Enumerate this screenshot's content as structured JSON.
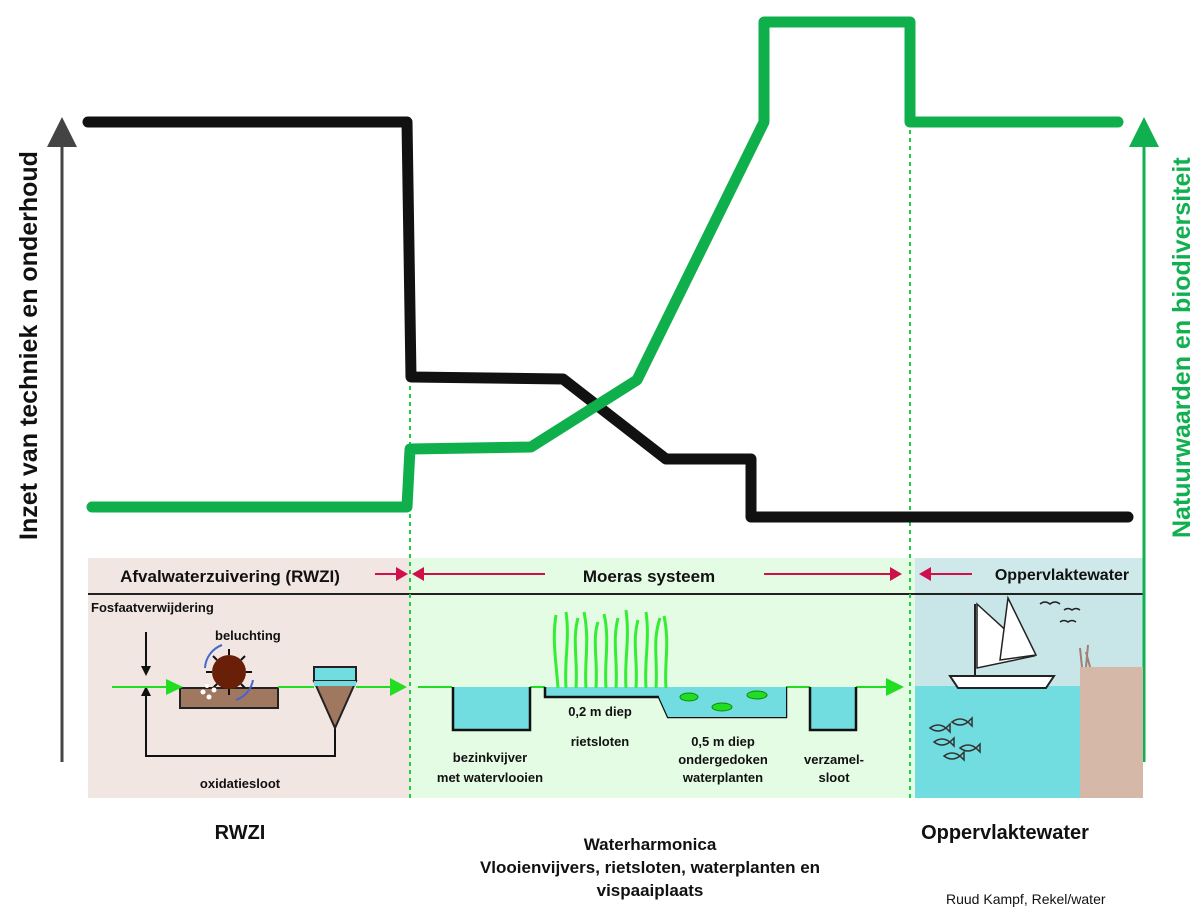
{
  "axes": {
    "left_label": "Inzet van techniek  en onderhoud",
    "right_label": "Natuurwaarden en biodiversiteit",
    "left_color": "#111111",
    "right_color": "#10b050"
  },
  "header": {
    "rwzi": "Afvalwaterzuivering (RWZI)",
    "moeras": "Moeras systeem",
    "oppervlakte": "Oppervlaktewater"
  },
  "rwzi_panel": {
    "title": "Fosfaatverwijdering",
    "beluchting": "beluchting",
    "oxidatiesloot": "oxidatiesloot"
  },
  "moeras_panel": {
    "bezinkvijver": "bezinkvijver",
    "watervlooien": "met watervlooien",
    "diep_02": "0,2 m diep",
    "rietsloten": "rietsloten",
    "diep_05": "0,5 m diep",
    "ondergedoken": "ondergedoken",
    "waterplanten": "waterplanten",
    "verzamel": "verzamel-",
    "sloot": "sloot"
  },
  "bottom": {
    "rwzi": "RWZI",
    "waterharmonica": "Waterharmonica",
    "line2": "Vlooienvijvers, rietsloten, waterplanten en",
    "line3": "vispaaiplaats",
    "oppervlaktewater": "Oppervlaktewater"
  },
  "credit": "Ruud Kampf, Rekel/water",
  "colors": {
    "rwzi_bg": "#f1e6e2",
    "moeras_bg": "#e4fbe4",
    "opp_bg": "#c8e6e8",
    "water": "#72dde0",
    "sludge": "#a07860",
    "arrow_red": "#d0104a",
    "flow_green": "#22dd22"
  }
}
